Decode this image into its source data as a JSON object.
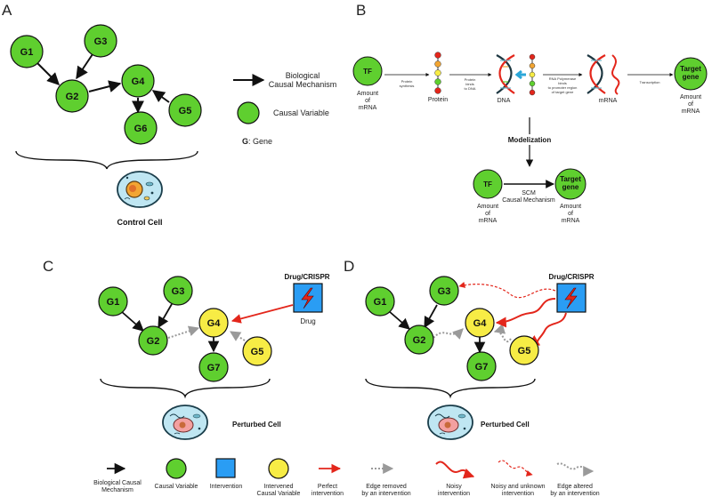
{
  "panels": {
    "a": "A",
    "b": "B",
    "c": "C",
    "d": "D"
  },
  "panel_a": {
    "nodes": [
      "G1",
      "G2",
      "G3",
      "G4",
      "G5",
      "G6"
    ],
    "legend_arrow": [
      "Biological",
      "Causal Mechanism"
    ],
    "legend_circle": "Causal Variable",
    "gene_key_bold": "G",
    "gene_key_rest": ": Gene",
    "cell_label": "Control Cell"
  },
  "panel_b": {
    "tf": "TF",
    "target": [
      "Target",
      "gene"
    ],
    "amount": [
      "Amount",
      "of",
      "mRNA"
    ],
    "protein_synthesis": [
      "Protein",
      "synthesis"
    ],
    "protein_binds": [
      "Protein",
      "binds",
      "to DNA"
    ],
    "rna_pol": [
      "RNA Polymerase",
      "binds",
      "to promoter region",
      "of target gene"
    ],
    "transcription": "Transcription",
    "protein": "Protein",
    "dna": "DNA",
    "mrna": "mRNA",
    "modelization": "Modelization",
    "scm": [
      "SCM",
      "Causal Mechanism"
    ]
  },
  "panel_c": {
    "nodes": [
      "G1",
      "G2",
      "G3",
      "G4",
      "G5",
      "G7"
    ],
    "drug_title": "Drug/CRISPR",
    "drug": "Drug",
    "cell_label": "Perturbed Cell"
  },
  "panel_d": {
    "nodes": [
      "G1",
      "G2",
      "G3",
      "G4",
      "G5",
      "G7"
    ],
    "drug_title": "Drug/CRISPR",
    "cell_label": "Perturbed Cell"
  },
  "legend": {
    "bio": [
      "Biological Causal",
      "Mechanism"
    ],
    "causal": "Causal Variable",
    "intervention": "Intervention",
    "intervened": [
      "Intervened",
      "Causal Variable"
    ],
    "perfect": [
      "Perfect",
      "intervention"
    ],
    "removed": [
      "Edge removed",
      "by an intervention"
    ],
    "noisy": [
      "Noisy",
      "intervention"
    ],
    "noisy_unknown": [
      "Noisy and unknown",
      "intervention"
    ],
    "altered": [
      "Edge altered",
      "by an intervention"
    ]
  },
  "colors": {
    "green": "#5fcf2f",
    "yellow": "#f7ec45",
    "blue": "#2a9df4",
    "red": "#e3261b",
    "gray": "#9a9a9a"
  }
}
